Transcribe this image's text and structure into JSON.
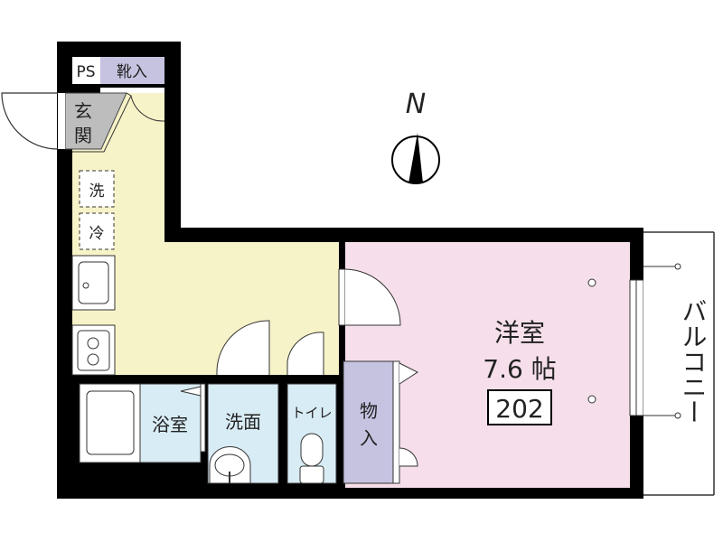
{
  "floorplan": {
    "unit_number": "202",
    "compass_label": "N",
    "rooms": {
      "ps": "PS",
      "shoe_storage": "靴入",
      "entrance_line1": "玄",
      "entrance_line2": "関",
      "washer": "洗",
      "fridge": "冷",
      "western_room": "洋室",
      "western_room_size": "7.6 帖",
      "closet_line1": "物",
      "closet_line2": "入",
      "bathroom": "浴室",
      "washroom": "洗面",
      "toilet": "トイレ",
      "balcony": "バルコニー"
    },
    "colors": {
      "kitchen": "#f7f3c8",
      "western_room": "#f6dfeb",
      "wet_area": "#d8ecf5",
      "storage": "#c6c3e1",
      "entrance": "#bdbdbd",
      "wall": "#000000"
    }
  }
}
